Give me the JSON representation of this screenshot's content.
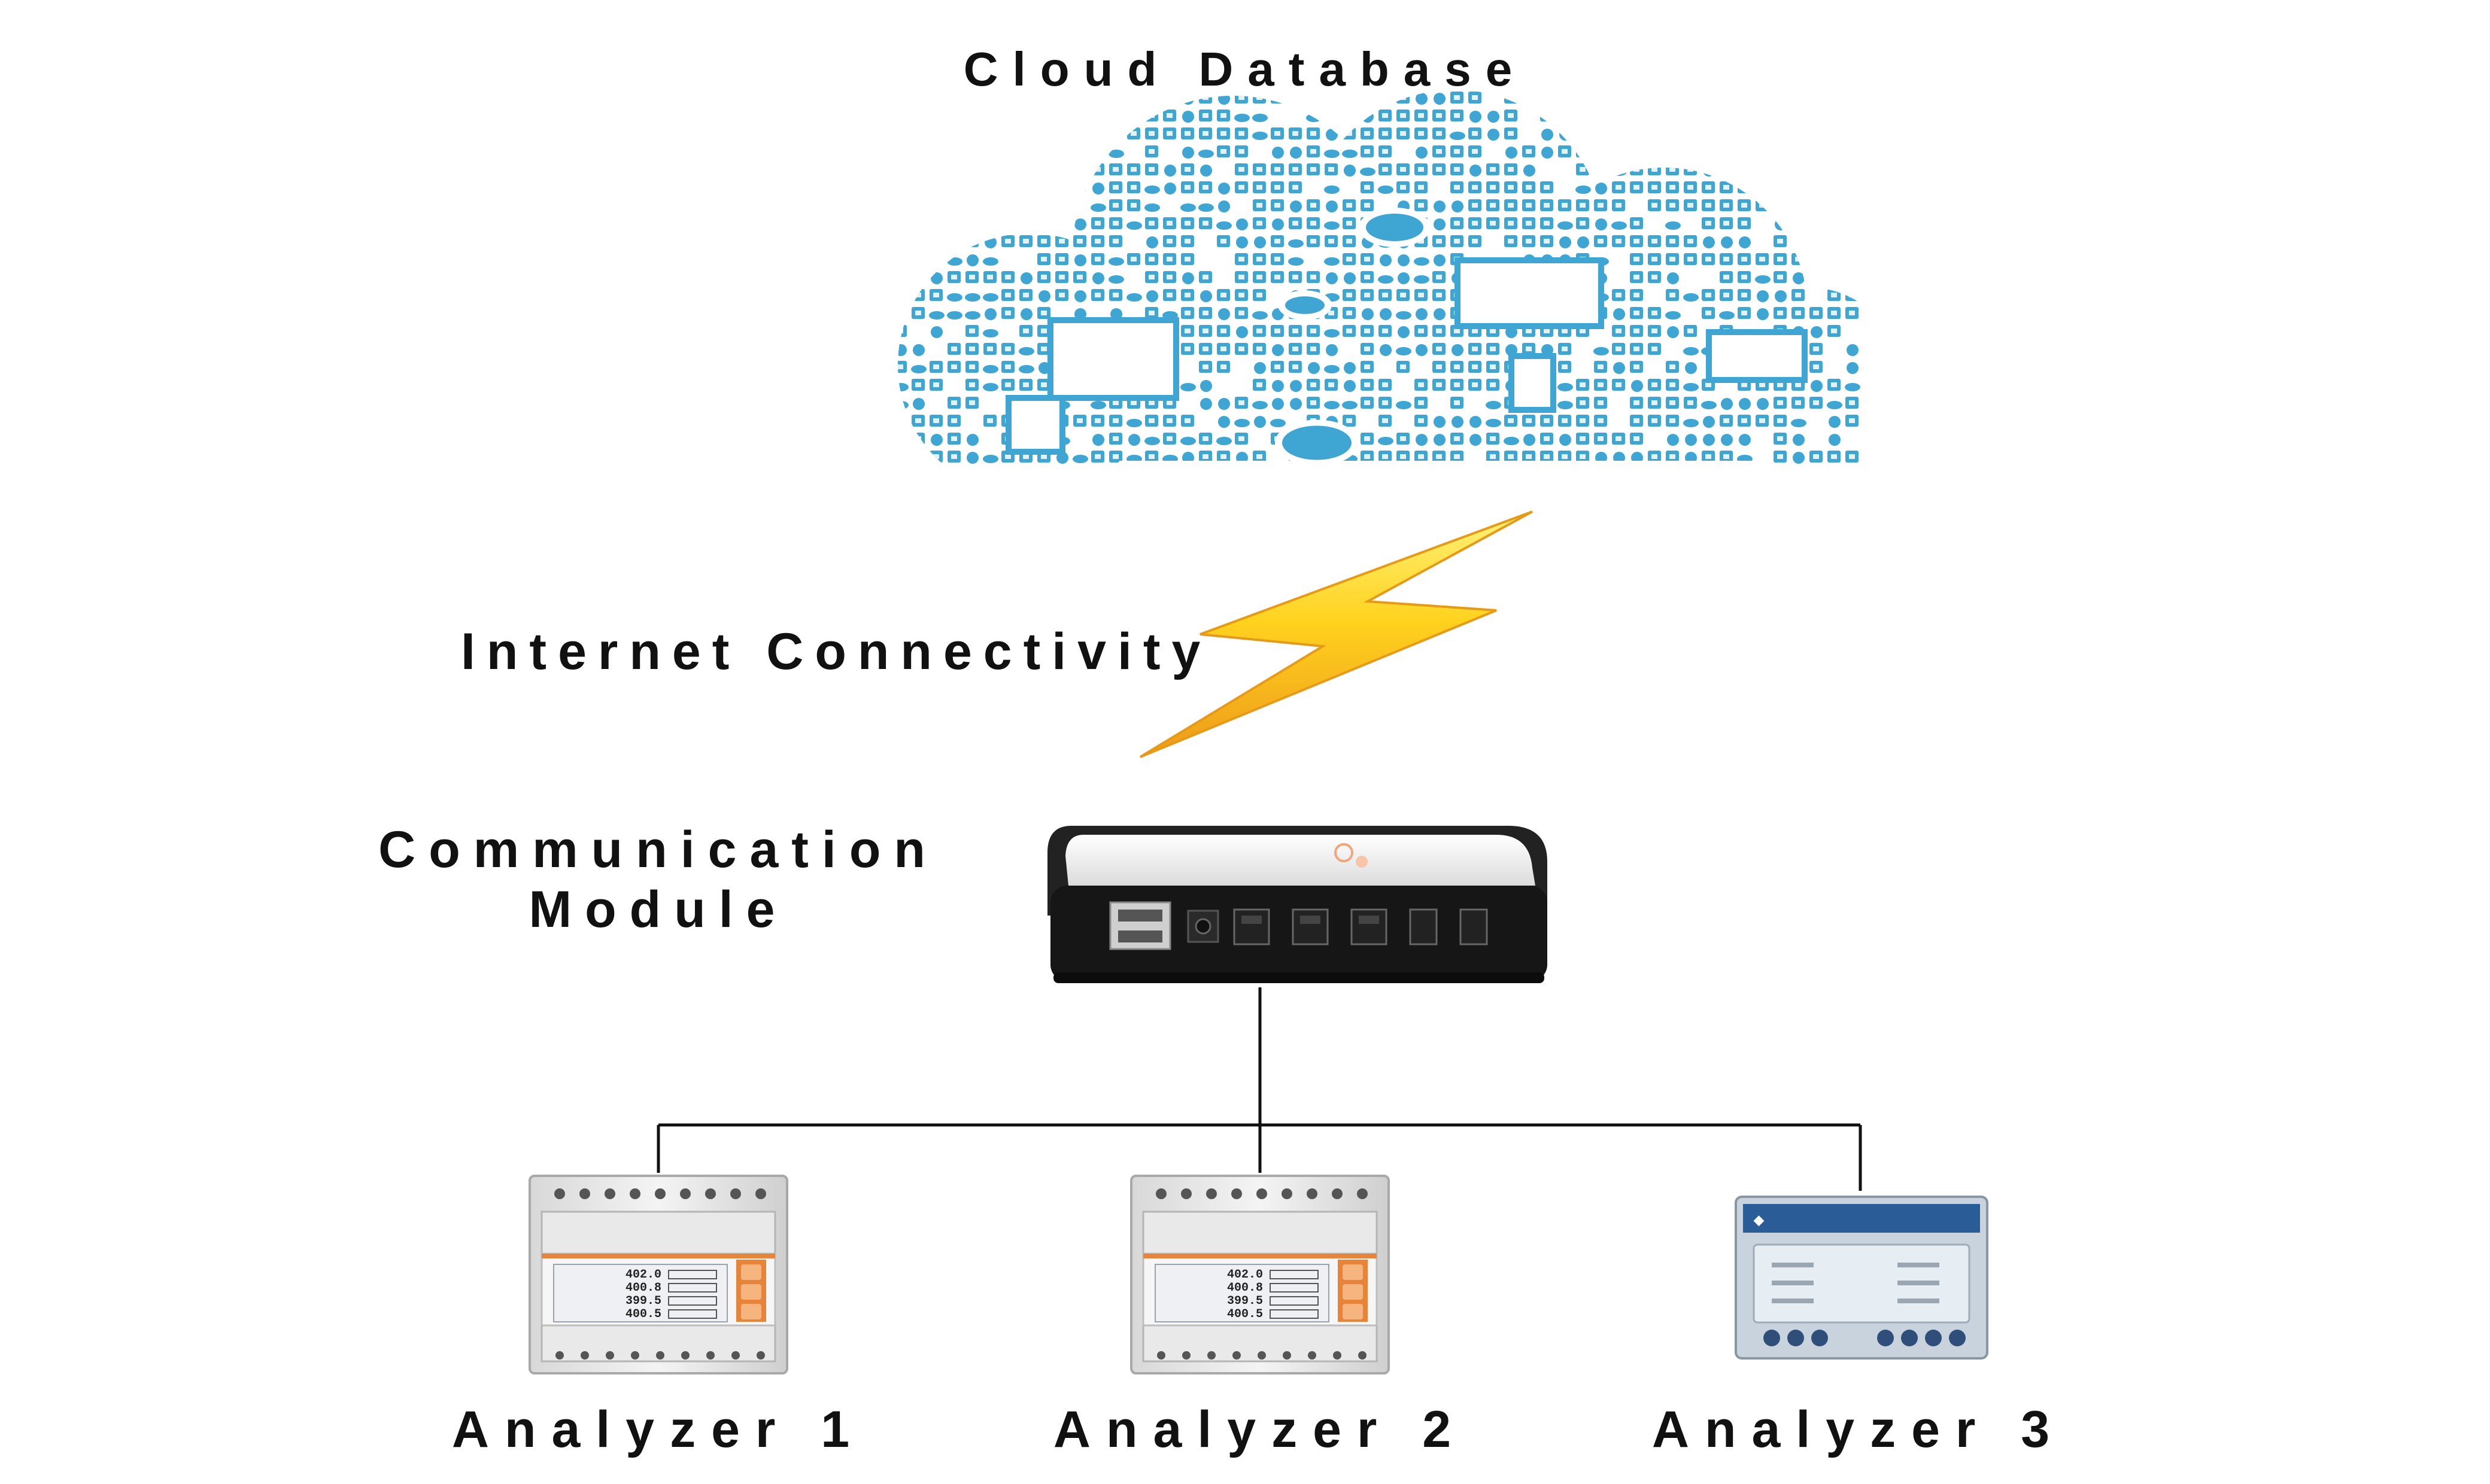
{
  "cloud": {
    "title": "Cloud Database"
  },
  "connection": {
    "label": "Internet Connectivity"
  },
  "module": {
    "label_line1": "Communication",
    "label_line2": "Module"
  },
  "analyzers": [
    {
      "label": "Analyzer 1",
      "display": [
        "402.0",
        "400.8",
        "399.5",
        "400.5"
      ]
    },
    {
      "label": "Analyzer 2",
      "display": [
        "402.0",
        "400.8",
        "399.5",
        "400.5"
      ]
    },
    {
      "label": "Analyzer 3"
    }
  ],
  "colors": {
    "cloud": "#3fa6d4",
    "bolt_top": "#ffe033",
    "bolt_bottom": "#f0a020",
    "module_body": "#1c1c1c",
    "analyzer_orange": "#e8843a",
    "line": "#111111"
  }
}
